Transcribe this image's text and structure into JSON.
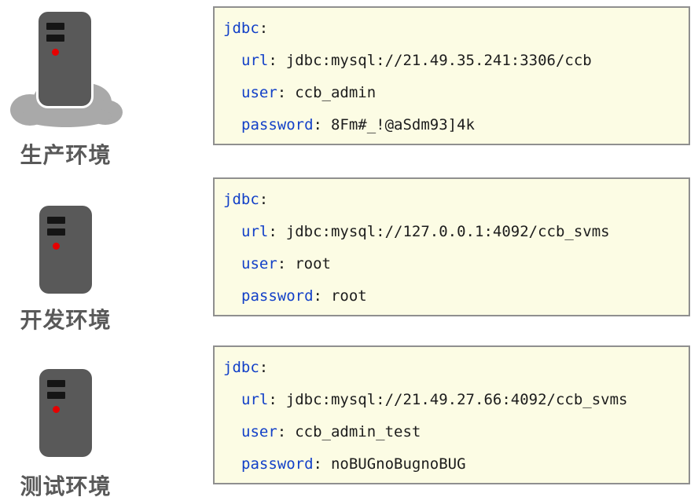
{
  "punct": {
    "colon": ":"
  },
  "colors": {
    "box_background": "#FCFCE4",
    "box_border": "#8F8F8F",
    "key_blue": "#1240C8",
    "value_black": "#1C1C1C",
    "server_gray": "#595959",
    "server_slot_black": "#151515",
    "status_dot_red": "#E60000",
    "cloud_gray": "#A9A9A9",
    "label_gray": "#595959"
  },
  "environments": [
    {
      "id": "production",
      "label": "生产环境",
      "icon": "server-with-cloud-icon",
      "config": {
        "root_key": "jdbc",
        "entries": [
          {
            "key": "url",
            "value": "jdbc:mysql://21.49.35.241:3306/ccb"
          },
          {
            "key": "user",
            "value": "ccb_admin"
          },
          {
            "key": "password",
            "value": "8Fm#_!@aSdm93]4k"
          }
        ]
      }
    },
    {
      "id": "development",
      "label": "开发环境",
      "icon": "server-icon",
      "config": {
        "root_key": "jdbc",
        "entries": [
          {
            "key": "url",
            "value": "jdbc:mysql://127.0.0.1:4092/ccb_svms"
          },
          {
            "key": "user",
            "value": "root"
          },
          {
            "key": "password",
            "value": "root"
          }
        ]
      }
    },
    {
      "id": "test",
      "label": "测试环境",
      "icon": "server-icon",
      "config": {
        "root_key": "jdbc",
        "entries": [
          {
            "key": "url",
            "value": "jdbc:mysql://21.49.27.66:4092/ccb_svms"
          },
          {
            "key": "user",
            "value": "ccb_admin_test"
          },
          {
            "key": "password",
            "value": "noBUGnoBugnoBUG"
          }
        ]
      }
    }
  ]
}
